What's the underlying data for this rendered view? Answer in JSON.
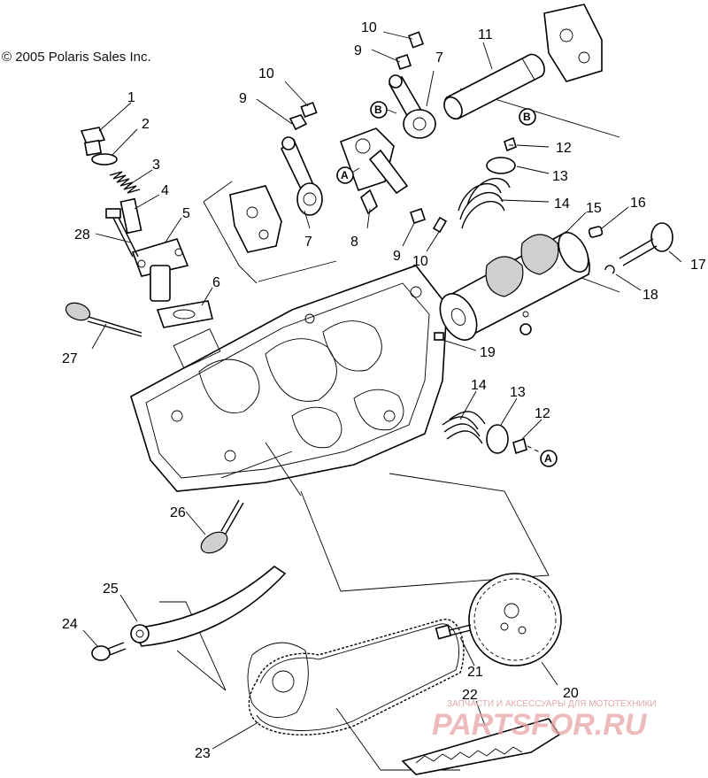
{
  "copyright": "© 2005 Polaris Sales Inc.",
  "callouts": [
    {
      "id": "c1",
      "text": "1"
    },
    {
      "id": "c2",
      "text": "2"
    },
    {
      "id": "c3",
      "text": "3"
    },
    {
      "id": "c4",
      "text": "4"
    },
    {
      "id": "c5",
      "text": "5"
    },
    {
      "id": "c6",
      "text": "6"
    },
    {
      "id": "c7a",
      "text": "7"
    },
    {
      "id": "c7b",
      "text": "7"
    },
    {
      "id": "c8",
      "text": "8"
    },
    {
      "id": "c9a",
      "text": "9"
    },
    {
      "id": "c9b",
      "text": "9"
    },
    {
      "id": "c9c",
      "text": "9"
    },
    {
      "id": "c10a",
      "text": "10"
    },
    {
      "id": "c10b",
      "text": "10"
    },
    {
      "id": "c10c",
      "text": "10"
    },
    {
      "id": "c11",
      "text": "11"
    },
    {
      "id": "c12a",
      "text": "12"
    },
    {
      "id": "c12b",
      "text": "12"
    },
    {
      "id": "c13a",
      "text": "13"
    },
    {
      "id": "c13b",
      "text": "13"
    },
    {
      "id": "c14a",
      "text": "14"
    },
    {
      "id": "c14b",
      "text": "14"
    },
    {
      "id": "c15",
      "text": "15"
    },
    {
      "id": "c16",
      "text": "16"
    },
    {
      "id": "c17",
      "text": "17"
    },
    {
      "id": "c18",
      "text": "18"
    },
    {
      "id": "c19",
      "text": "19"
    },
    {
      "id": "c20",
      "text": "20"
    },
    {
      "id": "c21",
      "text": "21"
    },
    {
      "id": "c22",
      "text": "22"
    },
    {
      "id": "c23",
      "text": "23"
    },
    {
      "id": "c24",
      "text": "24"
    },
    {
      "id": "c25",
      "text": "25"
    },
    {
      "id": "c26",
      "text": "26"
    },
    {
      "id": "c27",
      "text": "27"
    },
    {
      "id": "c28",
      "text": "28"
    }
  ],
  "ref_markers": [
    {
      "id": "refA1",
      "text": "A"
    },
    {
      "id": "refA2",
      "text": "A"
    },
    {
      "id": "refB1",
      "text": "B"
    },
    {
      "id": "refB2",
      "text": "B"
    }
  ],
  "watermark": {
    "brand": "PARTSFOR.RU",
    "tagline": "ЗАПЧАСТИ И АКСЕССУАРЫ ДЛЯ МОТОТЕХНИКИ"
  }
}
